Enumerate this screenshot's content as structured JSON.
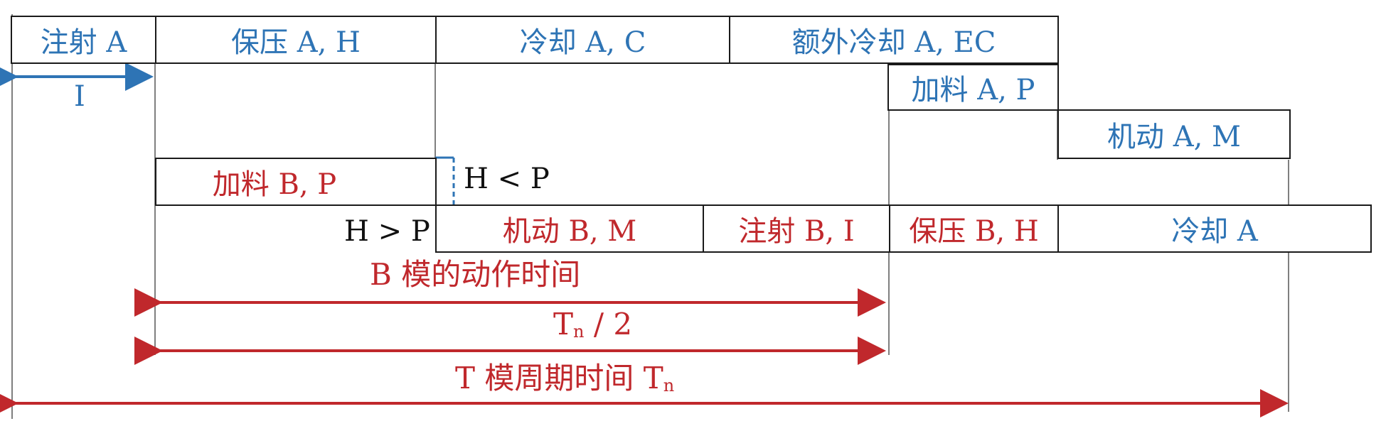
{
  "row_a": {
    "inject": "注射 A",
    "hold": "保压 A, H",
    "cool": "冷却 A, C",
    "extra_cool": "额外冷却 A, EC"
  },
  "inject_marker": "I",
  "plasticize_a": "加料 A, P",
  "move_a": "机动 A, M",
  "plasticize_b": "加料 B, P",
  "cond_less": "H < P",
  "cond_greater": "H > P",
  "row_b": {
    "move": "机动 B, M",
    "inject": "注射 B, I",
    "hold": "保压 B, H",
    "cool": "冷却 A"
  },
  "dim_b_action": "B 模的动作时间",
  "dim_half": {
    "main": "T",
    "sub": "n",
    "rest": " / 2"
  },
  "dim_cycle": {
    "main": "T 模周期时间 T",
    "sub": "n"
  },
  "colors": {
    "blue": "#2e74b5",
    "red": "#c0282c",
    "line": "#1a1a1a"
  }
}
